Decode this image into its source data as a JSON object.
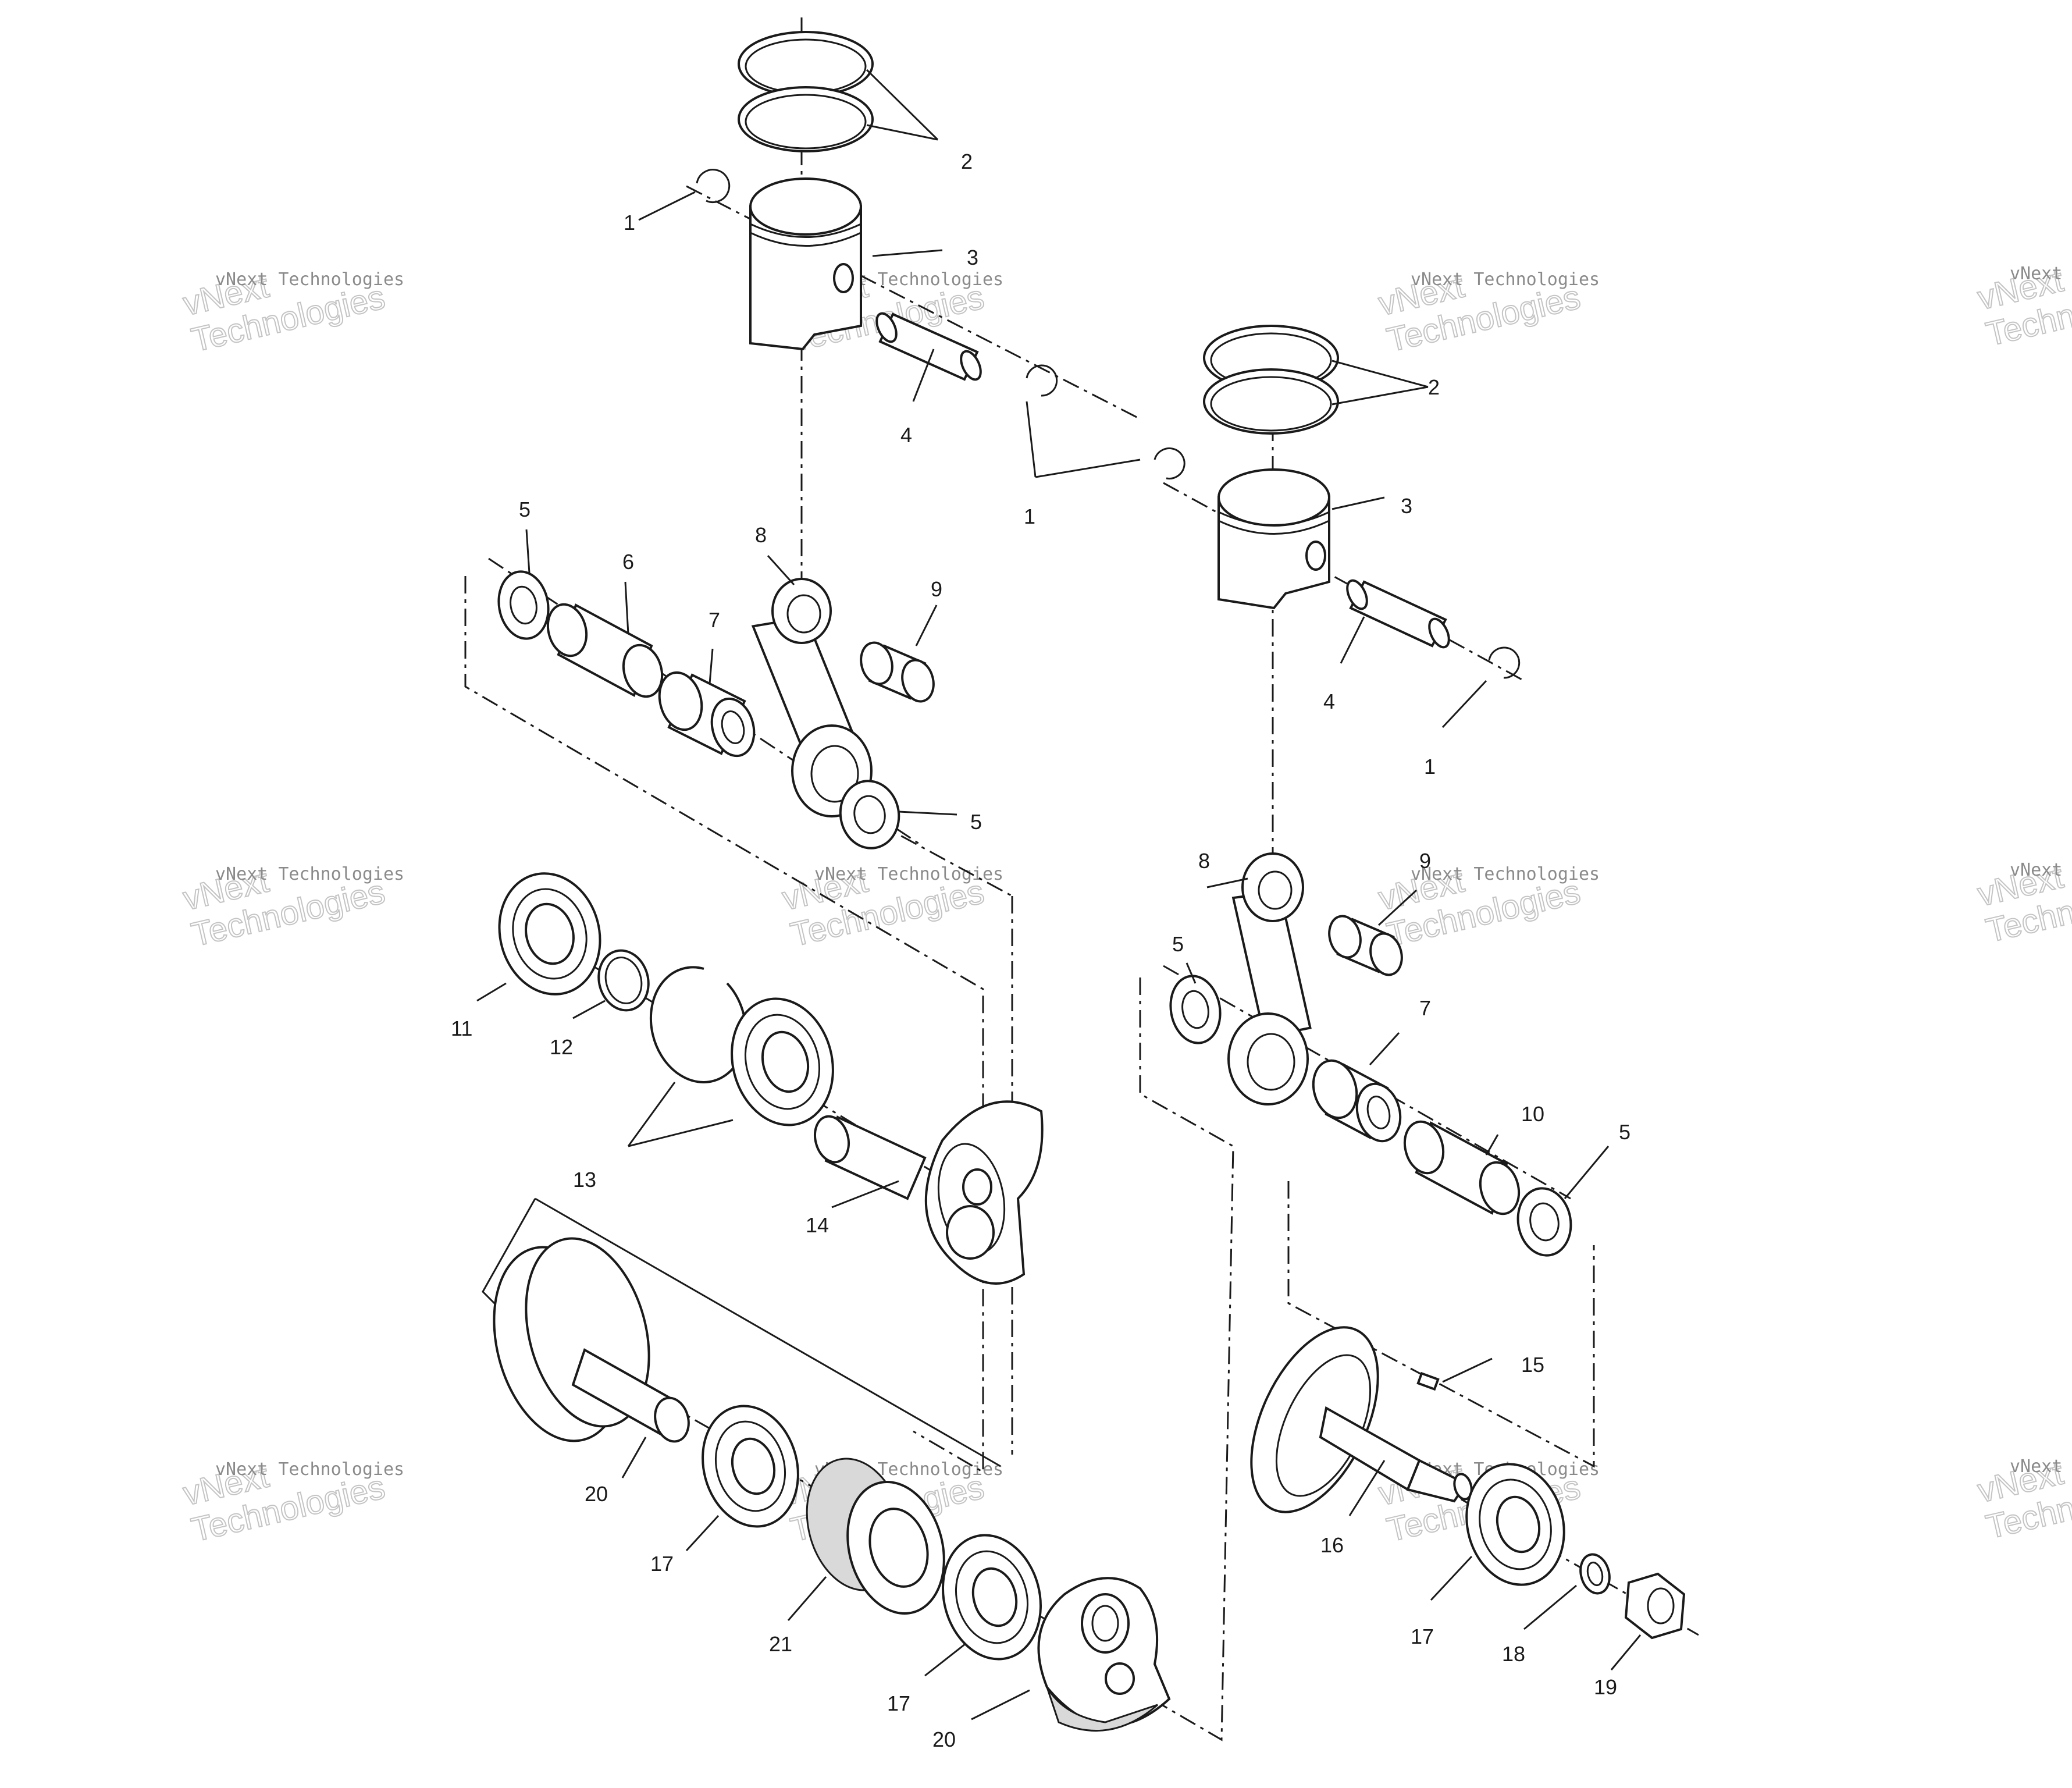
{
  "watermarks": [
    {
      "small": "vNext Technologies",
      "big": "vNext\nTechnologies"
    },
    {
      "small": "vNext Technologies",
      "big": "vNext\nTechnologies"
    },
    {
      "small": "vNext Technologies",
      "big": "vNext\nTechnologies"
    },
    {
      "small": "vNext T",
      "big": "vNext\nTechn"
    },
    {
      "small": "vNext Technologies",
      "big": "vNext\nTechnologies"
    },
    {
      "small": "vNext Technologies",
      "big": "vNext\nTechnologies"
    },
    {
      "small": "vNext Technologies",
      "big": "vNext\nTechnologies"
    },
    {
      "small": "vNext T",
      "big": "vNext\nTechn"
    },
    {
      "small": "vNext Technologies",
      "big": "vNext\nTechnologies"
    },
    {
      "small": "vNext Technologies",
      "big": "vNext\nTechnologies"
    },
    {
      "small": "vNext Technologies",
      "big": "vNext\nTechnologies"
    },
    {
      "small": "vNext T",
      "big": "vNext\nTechn"
    }
  ],
  "callouts": {
    "left_piston_clip": "1",
    "left_rings": "2",
    "left_piston": "3",
    "left_pin": "4",
    "center_clip": "1",
    "right_rings": "2",
    "right_piston": "3",
    "right_pin": "4",
    "right_clip": "1",
    "left_washer_top": "5",
    "left_crankpin": "6",
    "left_needle_bearing": "7",
    "left_rod": "8",
    "left_small_end_bearing": "9",
    "left_washer_bottom": "5",
    "right_rod": "8",
    "right_small_end_bearing": "9",
    "right_washer_left": "5",
    "right_needle_bearing": "7",
    "right_crankpin": "10",
    "right_washer_right": "5",
    "main_bearing_left": "11",
    "shim": "12",
    "snap_ring_bearing": "13",
    "crank_half_left": "14",
    "key": "15",
    "crank_half_right": "16",
    "center_flywheel": "20",
    "center_bearing_a": "17",
    "labyrinth_seal": "21",
    "center_bearing_b": "17",
    "center_web": "20",
    "right_bearing": "17",
    "lock_washer": "18",
    "nut": "19"
  }
}
